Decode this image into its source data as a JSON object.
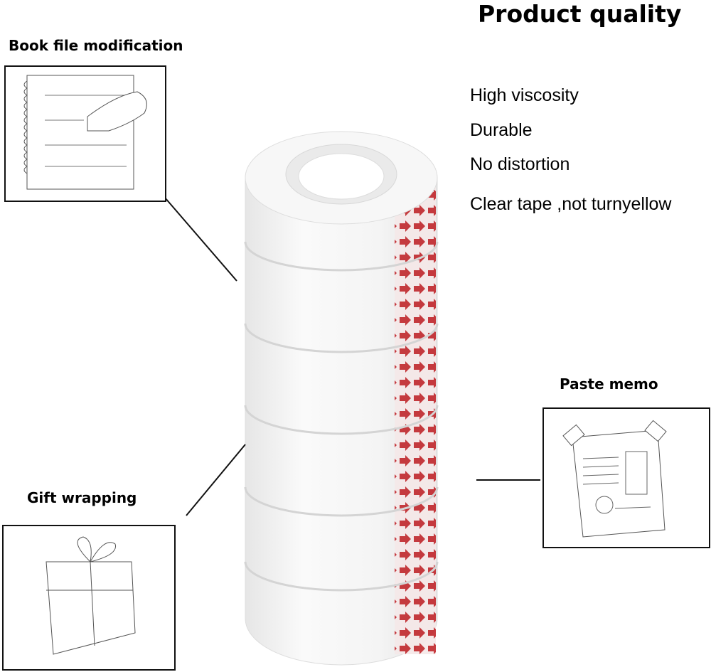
{
  "heading": "Product quality",
  "features": [
    "High viscosity",
    "Durable",
    "No distortion",
    "Clear tape ,not turnyellow"
  ],
  "uses": {
    "book": "Book file modification",
    "memo": "Paste memo",
    "gift": "Gift wrapping"
  },
  "colors": {
    "arrow_red": "#c0262b",
    "tape": "#f3f3f3"
  }
}
